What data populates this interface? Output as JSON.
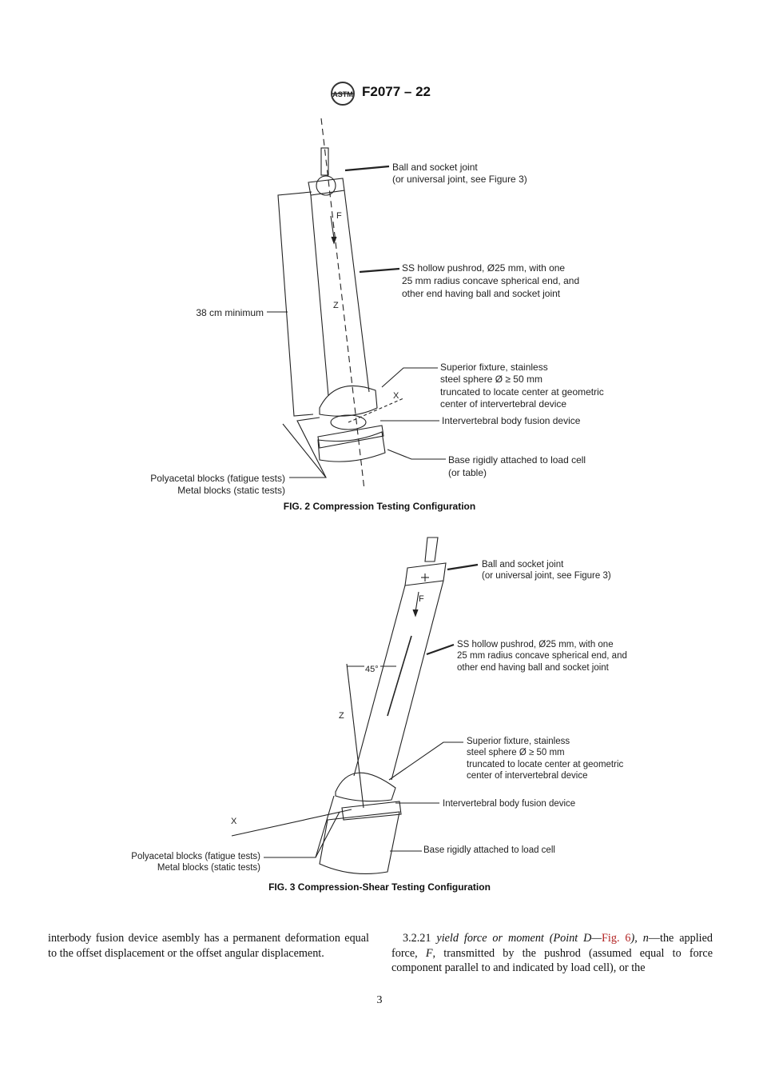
{
  "header": {
    "standard_id": "F2077 – 22",
    "logo_icon": "astm-logo-icon",
    "logo_text": "ASTM"
  },
  "fig2": {
    "caption": "FIG. 2 Compression Testing Configuration",
    "labels": {
      "ball_joint_1": "Ball and socket joint",
      "ball_joint_2": "(or universal joint, see Figure 3)",
      "pushrod_1": "SS hollow pushrod, Ø25 mm, with one",
      "pushrod_2": "25 mm radius concave spherical end, and",
      "pushrod_3": "other end having ball and socket joint",
      "min_length": "38 cm minimum",
      "fixture_1": "Superior fixture, stainless",
      "fixture_2": "steel sphere Ø ≥ 50 mm",
      "fixture_3": "truncated to locate center at geometric",
      "fixture_4": "center of intervertebral device",
      "device": "Intervertebral body fusion device",
      "base_1": "Base rigidly attached to load cell",
      "base_2": "(or table)",
      "blocks_1": "Polyacetal blocks (fatigue tests)",
      "blocks_2": "Metal blocks (static tests)",
      "axis_f": "F",
      "axis_z": "Z",
      "axis_x": "X"
    }
  },
  "fig3": {
    "caption": "FIG. 3 Compression-Shear Testing Configuration",
    "labels": {
      "ball_joint_1": "Ball and socket joint",
      "ball_joint_2": "(or universal joint, see Figure 3)",
      "pushrod_1": "SS hollow pushrod, Ø25 mm, with one",
      "pushrod_2": "25 mm radius concave spherical end, and",
      "pushrod_3": "other end having ball and socket joint",
      "fixture_1": "Superior fixture, stainless",
      "fixture_2": "steel sphere Ø ≥ 50 mm",
      "fixture_3": "truncated to locate center at geometric",
      "fixture_4": "center of intervertebral device",
      "device": "Intervertebral body fusion device",
      "base_1": "Base rigidly attached to load cell",
      "blocks_1": "Polyacetal blocks (fatigue tests)",
      "blocks_2": "Metal blocks (static tests)",
      "angle": "45°",
      "axis_f": "F",
      "axis_z": "Z",
      "axis_x": "X"
    }
  },
  "body": {
    "left_column": "interbody fusion device asembly has a permanent deformation equal to the offset displacement or the offset angular displacement.",
    "right": {
      "section": "3.2.21",
      "term": "yield force or moment (Point D—",
      "fig_ref": "Fig. 6",
      "term_end": "),",
      "n": "n",
      "text_a": "—the applied force,",
      "f": "F",
      "text_b": ", transmitted by the pushrod (assumed equal to force component parallel to and indicated by load cell), or the"
    }
  },
  "page_number": "3"
}
